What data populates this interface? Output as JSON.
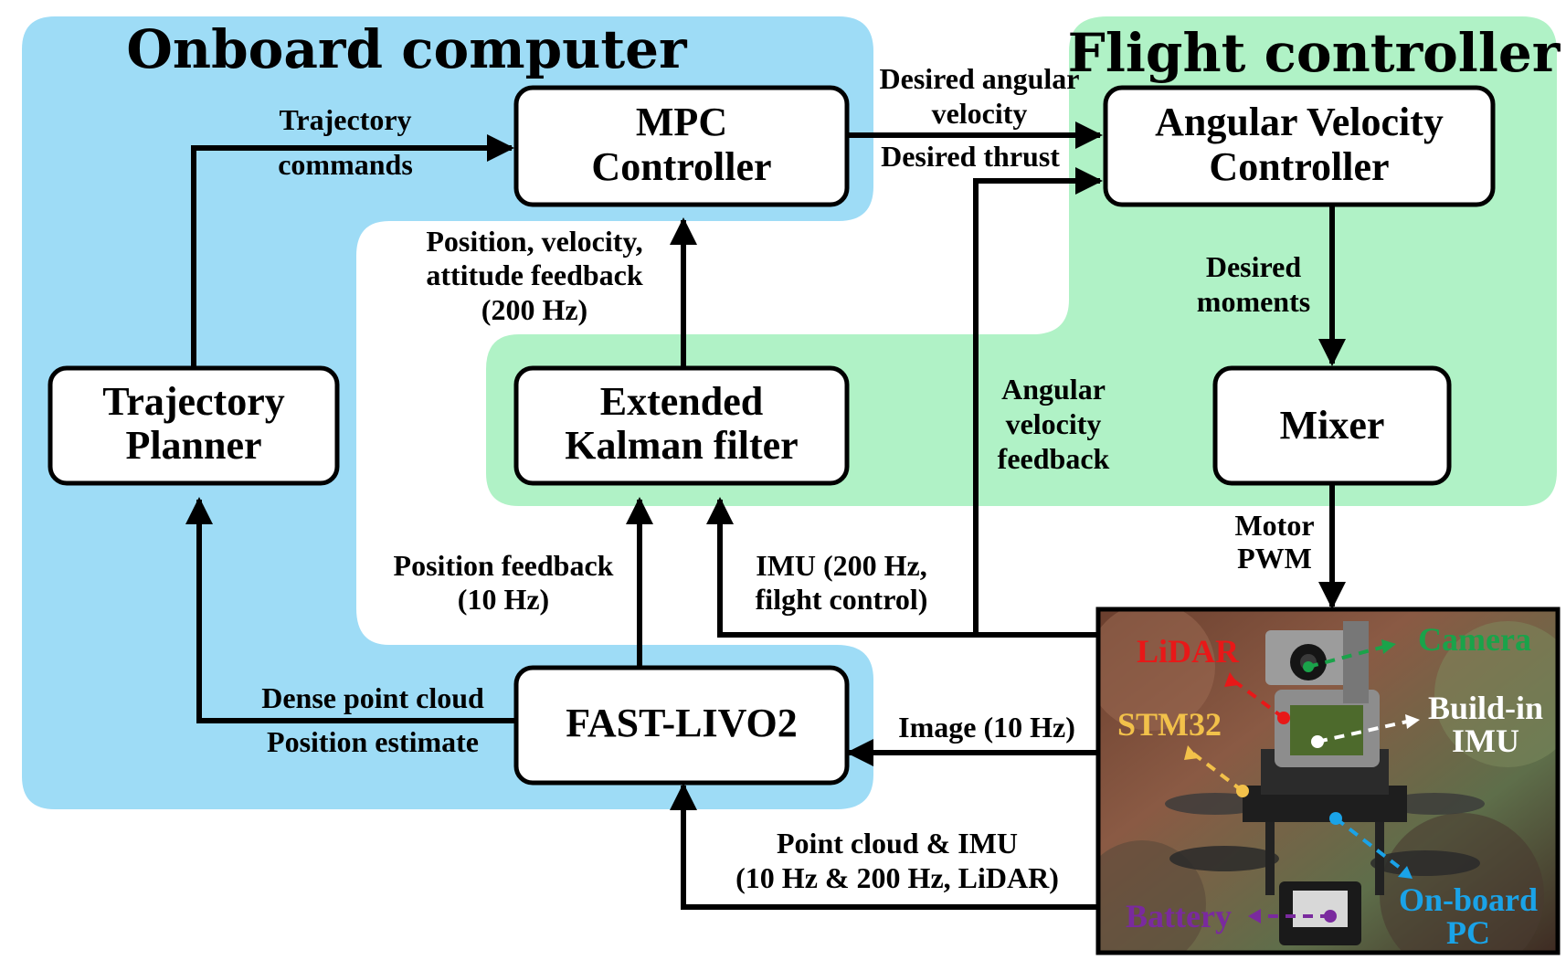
{
  "regions": {
    "onboard": {
      "title": "Onboard computer",
      "color": "#9edcf6"
    },
    "flight": {
      "title": "Flight controller",
      "color": "#b0f2c6"
    }
  },
  "blocks": {
    "mpc": {
      "line1": "MPC",
      "line2": "Controller"
    },
    "angular": {
      "line1": "Angular Velocity",
      "line2": "Controller"
    },
    "mixer": {
      "line1": "Mixer"
    },
    "trajectory": {
      "line1": "Trajectory",
      "line2": "Planner"
    },
    "ekf": {
      "line1": "Extended",
      "line2": "Kalman filter"
    },
    "livo": {
      "line1": "FAST-LIVO2"
    }
  },
  "signals": {
    "trajectory_commands": [
      "Trajectory",
      "commands"
    ],
    "desired_angular_velocity": [
      "Desired angular",
      "velocity"
    ],
    "desired_thrust": "Desired thrust",
    "feedback_200": [
      "Position, velocity,",
      "attitude feedback",
      "(200 Hz)"
    ],
    "desired_moments": [
      "Desired",
      "moments"
    ],
    "angular_velocity_feedback": [
      "Angular",
      "velocity",
      "feedback"
    ],
    "motor_pwm": [
      "Motor",
      "PWM"
    ],
    "position_feedback_10": [
      "Position feedback",
      "(10 Hz)"
    ],
    "imu_flight": [
      "IMU (200 Hz,",
      "filght control)"
    ],
    "dense_point_cloud": "Dense point cloud",
    "position_estimate": "Position estimate",
    "image_10": "Image (10 Hz)",
    "point_cloud_imu": [
      "Point cloud & IMU",
      "(10 Hz & 200 Hz, LiDAR)"
    ]
  },
  "photo_labels": {
    "lidar": {
      "text": "LiDAR",
      "color": "#e81818"
    },
    "camera": {
      "text": "Camera",
      "color": "#1aa34a"
    },
    "stm32": {
      "text": "STM32",
      "color": "#f2c14a"
    },
    "imu": {
      "text": [
        "Build-in",
        "IMU"
      ],
      "color": "#ffffff"
    },
    "pc": {
      "text": [
        "On-board",
        "PC"
      ],
      "color": "#1aa3e8"
    },
    "battery": {
      "text": "Battery",
      "color": "#7a2a9e"
    }
  }
}
